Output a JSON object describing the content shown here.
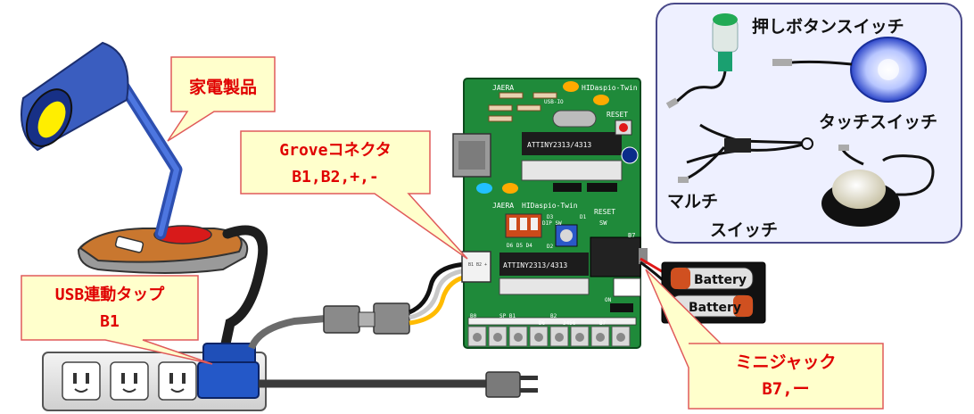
{
  "callouts": {
    "appliance": "家電製品",
    "grove_line1": "Groveコネクタ",
    "grove_line2": "B1,B2,+,-",
    "usb_line1": "USB連動タップ",
    "usb_line2": "B1",
    "jack_line1": "ミニジャック",
    "jack_line2": "B7,ー"
  },
  "switches": {
    "push_button": "押しボタンスイッチ",
    "touch": "タッチスイッチ",
    "multi_line1": "マルチ",
    "multi_line2": "スイッチ"
  },
  "board": {
    "brand_top": "JAERA",
    "name_top": "HIDaspio-Twin",
    "brand_mid": "JAERA",
    "name_mid": "HIDaspio-Twin",
    "reset_top": "RESET",
    "reset_mid": "RESET",
    "chip_top": "ATTINY2313/4313",
    "chip_bottom": "ATTINY2313/4313",
    "usb_label": "USB-IO",
    "dip_label": "DIP SW",
    "dip_bits": "D6 D5 D4",
    "sw_label": "SW",
    "pin_b7": "B7",
    "pin_b0": "B0",
    "pin_b1": "SP B1",
    "pin_d6": "D6",
    "pin_b2": "B2",
    "pin_nums": "3456",
    "pin_b7b": "B7",
    "pin_d3": "D3",
    "pin_d2": "D2",
    "pin_d1": "D1",
    "pin_on": "ON",
    "grove_pins": "B1 B2 + -"
  },
  "battery": {
    "top": "Battery",
    "bottom": "Battery"
  },
  "colors": {
    "callout_fill": "#ffffcc",
    "callout_text": "#e00000",
    "pcb_green": "#1f8a3a",
    "lamp_blue": "#3a5dbf",
    "panel_fill": "#eef0ff"
  }
}
